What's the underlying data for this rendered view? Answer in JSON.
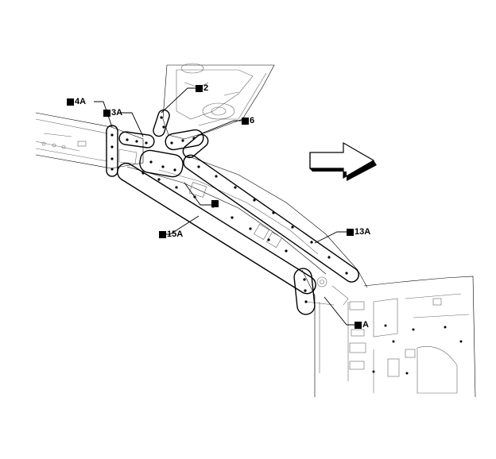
{
  "labels": {
    "l_2": "2",
    "l_6": "6",
    "l_4a": "4A",
    "l_3a": "3A",
    "l_blank": "",
    "l_15a": "15A",
    "l_13a": "13A",
    "l_a": "A"
  },
  "icons": {
    "direction_arrow": "arrow-right-3d-icon",
    "label_marker": "black-square-icon"
  },
  "colors": {
    "line": "#000000",
    "background": "#ffffff"
  }
}
